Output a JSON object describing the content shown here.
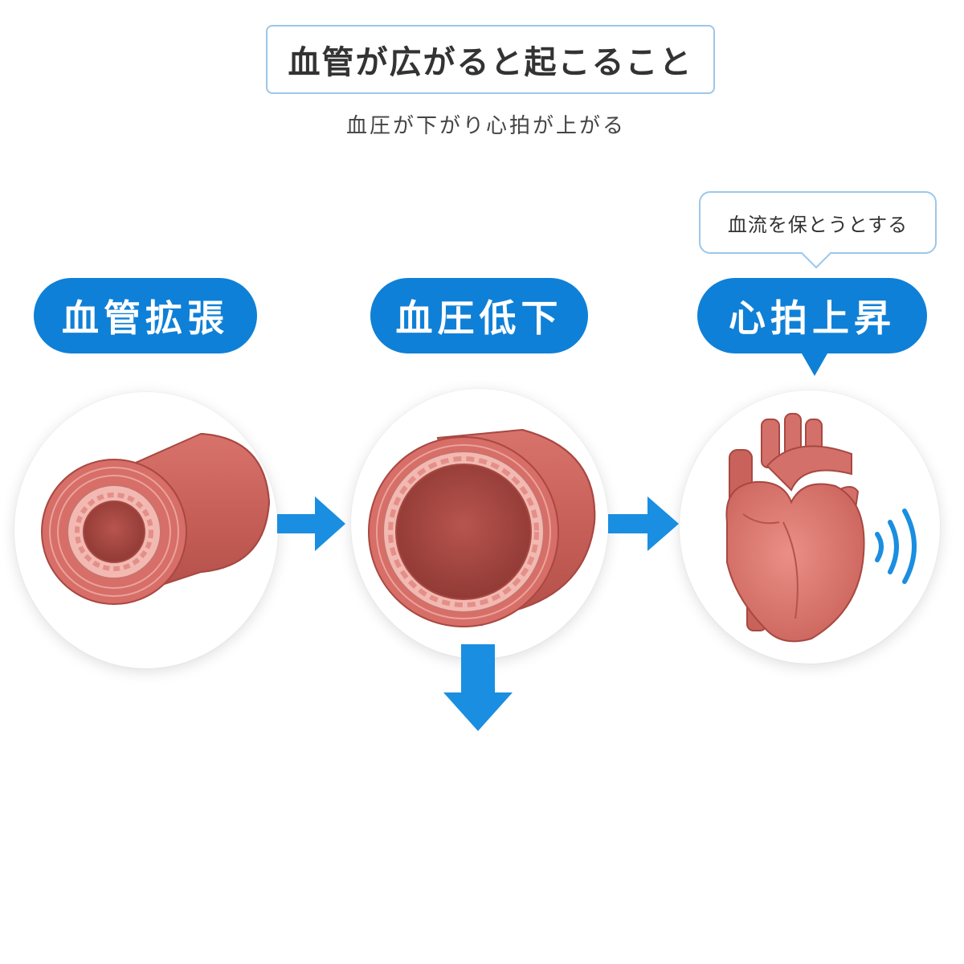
{
  "header": {
    "title": "血管が広がると起こること",
    "subtitle": "血圧が下がり心拍が上がる"
  },
  "steps": [
    {
      "label": "血管拡張"
    },
    {
      "label": "血圧低下"
    },
    {
      "label": "心拍上昇"
    }
  ],
  "callout": {
    "text": "血流を保とうとする"
  },
  "colors": {
    "accent_blue": "#0f80d7",
    "arrow_blue": "#1a8ee0",
    "outline_blue": "#9cc7ea",
    "vessel_red": "#c8605a",
    "vessel_dark": "#a84842"
  },
  "icons": [
    "vessel-icon",
    "dilated-vessel-icon",
    "heart-icon",
    "heartbeat-wave-icon",
    "arrow-right-icon",
    "arrow-down-icon"
  ]
}
